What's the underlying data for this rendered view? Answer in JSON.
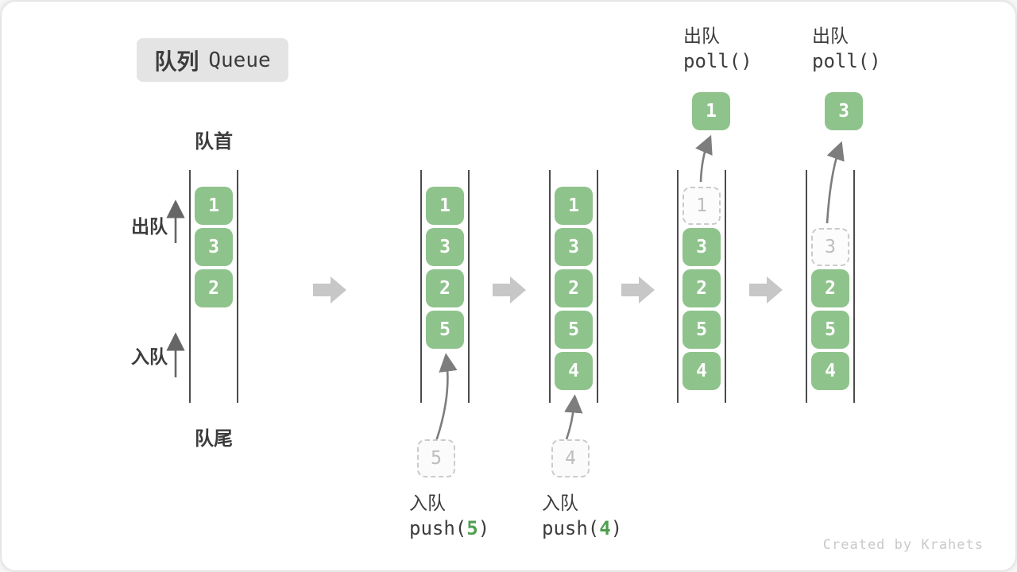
{
  "title": {
    "zh": "队列",
    "en": "Queue"
  },
  "labels": {
    "front": "队首",
    "rear": "队尾",
    "dequeue": "出队",
    "enqueue": "入队"
  },
  "stages": [
    {
      "name": "initial",
      "cells": [
        {
          "value": "1"
        },
        {
          "value": "3"
        },
        {
          "value": "2"
        }
      ]
    },
    {
      "name": "push-5",
      "cells": [
        {
          "value": "1"
        },
        {
          "value": "3"
        },
        {
          "value": "2"
        },
        {
          "value": "5"
        }
      ],
      "pending": "5",
      "caption": {
        "zh": "入队",
        "code_pre": "push(",
        "code_arg": "5",
        "code_post": ")"
      }
    },
    {
      "name": "push-4",
      "cells": [
        {
          "value": "1"
        },
        {
          "value": "3"
        },
        {
          "value": "2"
        },
        {
          "value": "5"
        },
        {
          "value": "4"
        }
      ],
      "pending": "4",
      "caption": {
        "zh": "入队",
        "code_pre": "push(",
        "code_arg": "4",
        "code_post": ")"
      }
    },
    {
      "name": "poll-1",
      "cells": [
        {
          "value": "1",
          "removed": true
        },
        {
          "value": "3"
        },
        {
          "value": "2"
        },
        {
          "value": "5"
        },
        {
          "value": "4"
        }
      ],
      "polled": "1",
      "caption": {
        "zh": "出队",
        "code": "poll()"
      }
    },
    {
      "name": "poll-3",
      "cells": [
        {
          "value": "3",
          "removed": true
        },
        {
          "value": "2"
        },
        {
          "value": "5"
        },
        {
          "value": "4"
        }
      ],
      "polled": "3",
      "caption": {
        "zh": "出队",
        "code": "poll()"
      }
    }
  ],
  "watermark": "Created by Krahets",
  "colors": {
    "box_green": "#8FC38C",
    "box_text": "#FFFFFF",
    "accent_green": "#4E9E50",
    "text_dark": "#3C3C3C",
    "wall": "#4B4B4B",
    "flow_arrow": "#C7C7C7",
    "curve_arrow": "#7D7D7D",
    "side_arrow": "#666666",
    "dashed_border": "#CBCBCB",
    "dashed_text": "#BDBDBD",
    "badge_bg": "#E4E4E4",
    "watermark": "#C9C9C9"
  }
}
